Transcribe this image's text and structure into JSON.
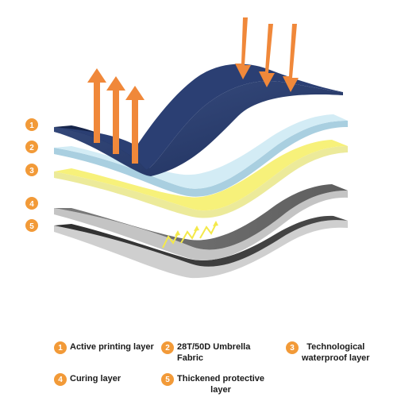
{
  "colors": {
    "accent": "#f29a38",
    "arrow": "#f0883a",
    "layer1": "#263a6b",
    "layer2": "#cde8f2",
    "layer3": "#f5f07a",
    "layer4": "#8a8a8a",
    "layer5": "#3a3a3a"
  },
  "badges": [
    "1",
    "2",
    "3",
    "4",
    "5"
  ],
  "legend": [
    {
      "num": "1",
      "label": "Active printing layer"
    },
    {
      "num": "2",
      "label_line1": "28T/50D Umbrella",
      "label_line2": "Fabric"
    },
    {
      "num": "3",
      "label_line1": "Technological",
      "label_line2": "waterproof layer"
    },
    {
      "num": "4",
      "label": "Curing layer"
    },
    {
      "num": "5",
      "label_line1": "Thickened protective",
      "label_line2": "layer"
    }
  ]
}
